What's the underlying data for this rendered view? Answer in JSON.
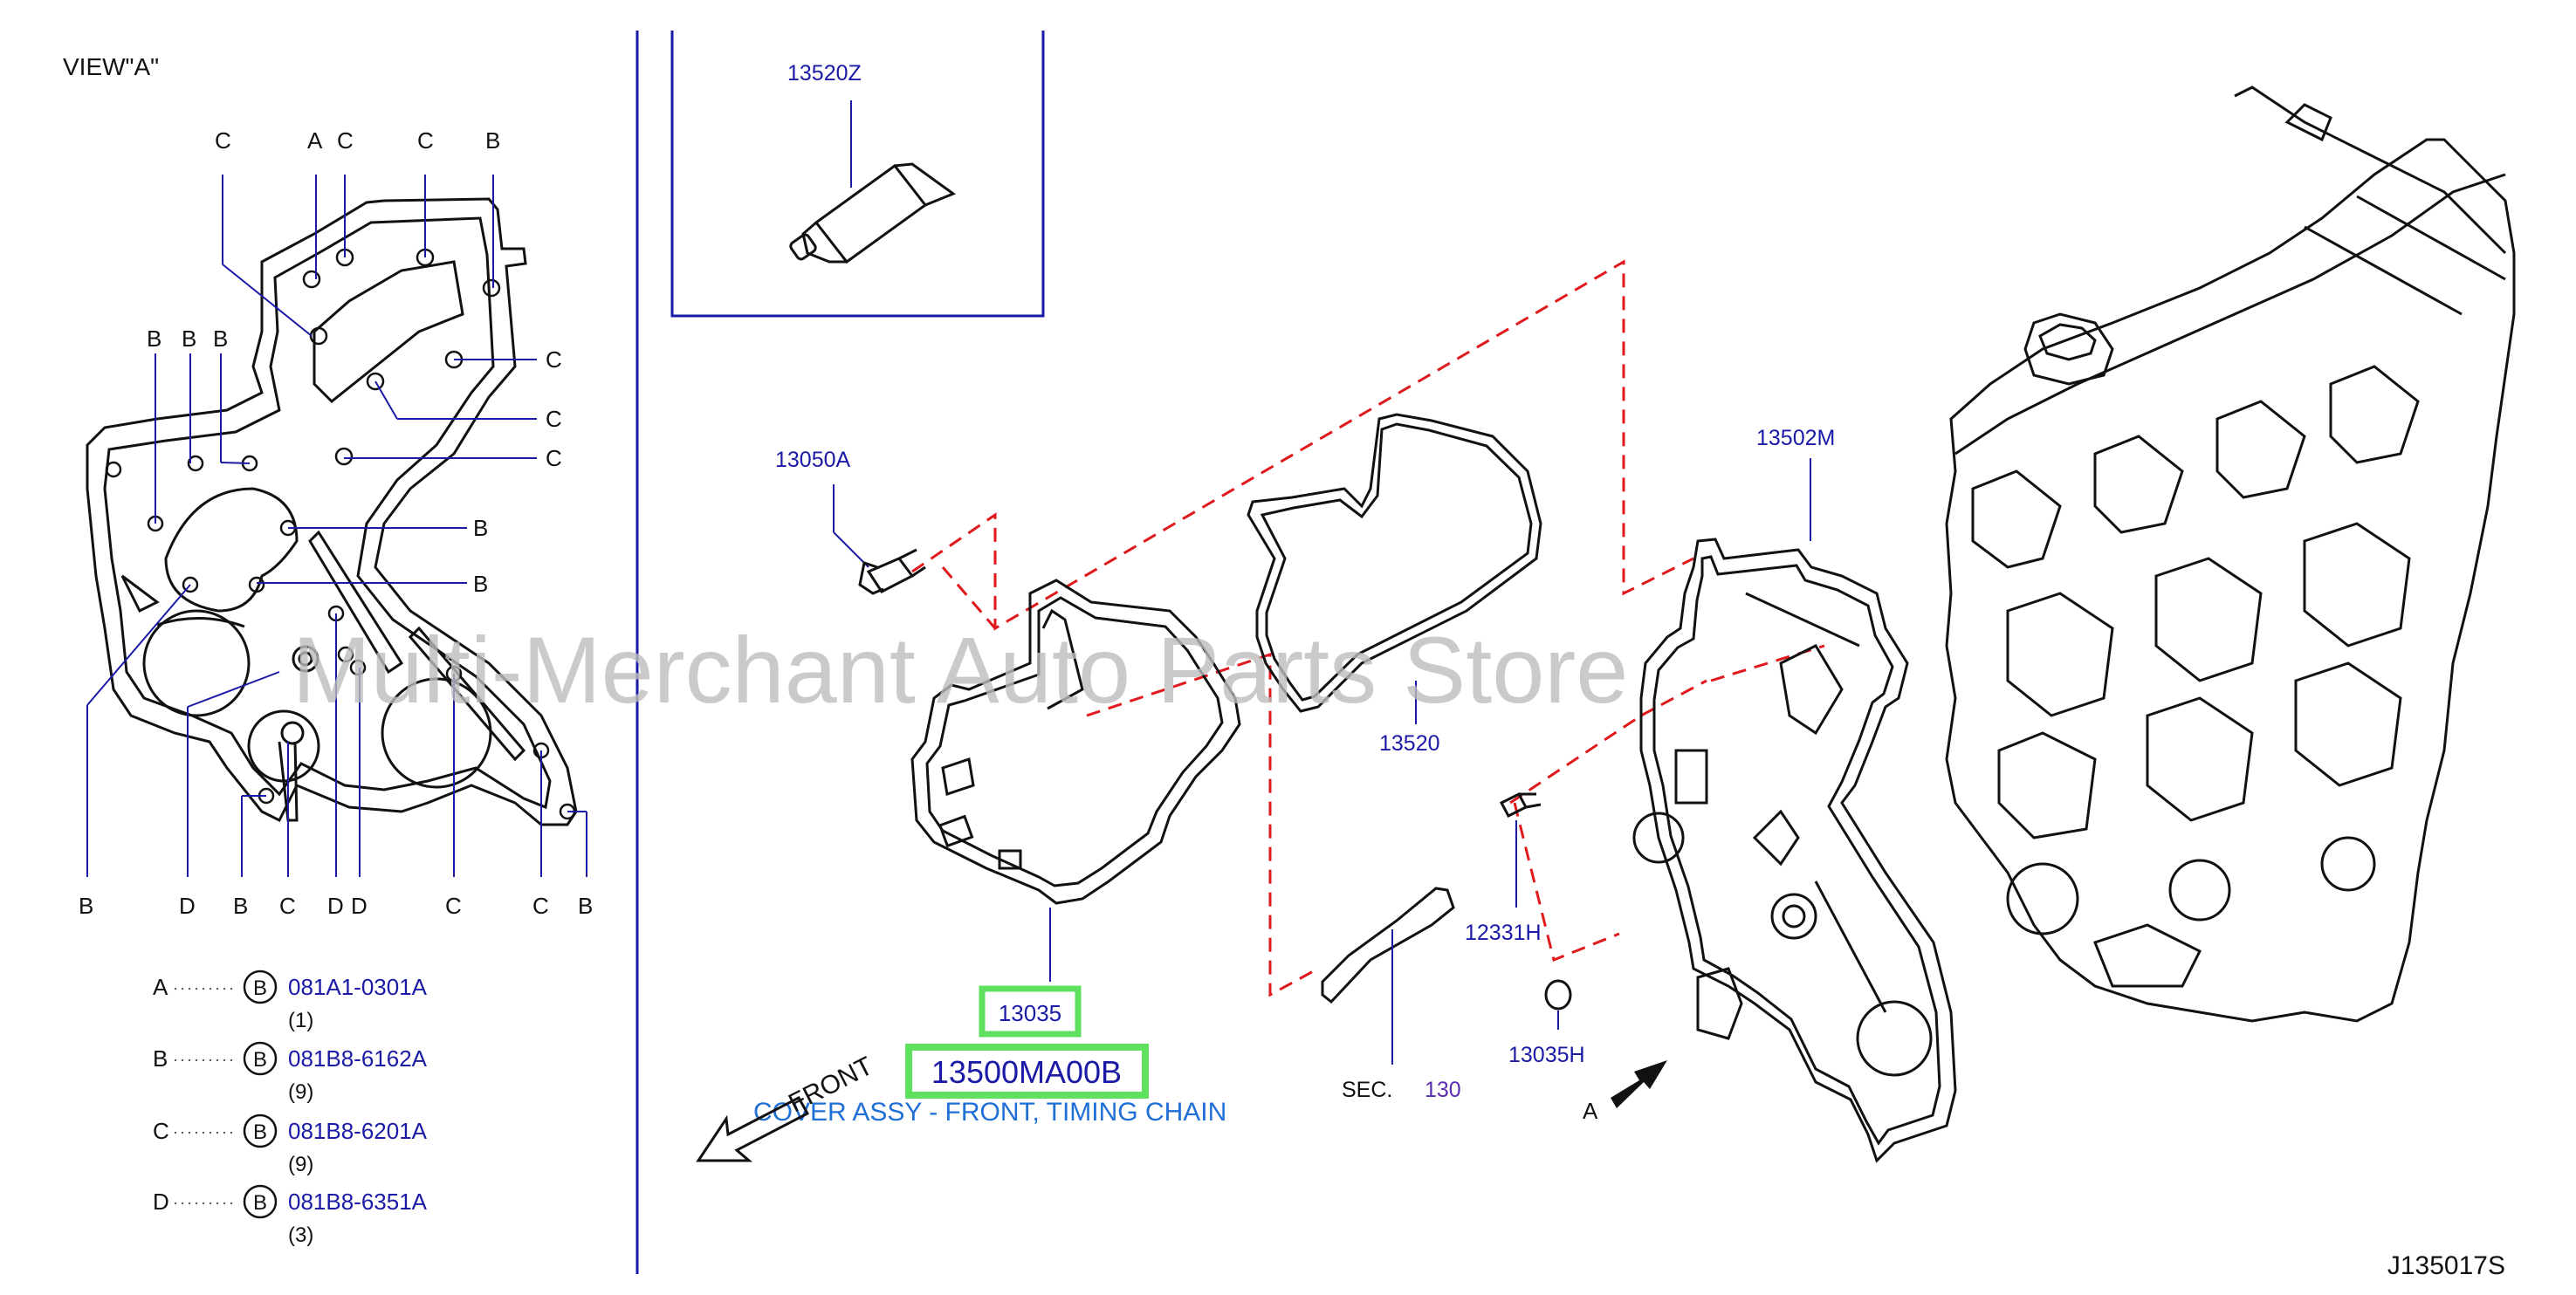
{
  "view_label": "VIEW\"A\"",
  "letters": {
    "top": [
      "C",
      "A",
      "C",
      "C",
      "B"
    ],
    "left": [
      "B",
      "B",
      "B"
    ],
    "right": [
      "C",
      "C",
      "C",
      "B",
      "B"
    ],
    "bottom": [
      "B",
      "D",
      "B",
      "C",
      "D",
      "D",
      "C",
      "C",
      "B"
    ]
  },
  "legend": [
    {
      "key": "A",
      "bolt": "B",
      "part": "081A1-0301A",
      "qty": "(1)"
    },
    {
      "key": "B",
      "bolt": "B",
      "part": "081B8-6162A",
      "qty": "(9)"
    },
    {
      "key": "C",
      "bolt": "B",
      "part": "081B8-6201A",
      "qty": "(9)"
    },
    {
      "key": "D",
      "bolt": "B",
      "part": "081B8-6351A",
      "qty": "(3)"
    }
  ],
  "parts": {
    "sealant": "13520Z",
    "bolt": "13050A",
    "gasket": "13520",
    "rear_cover": "13502M",
    "dowel": "12331H",
    "oring": "13035H",
    "front_cover": "13035",
    "sec_prefix": "SEC.",
    "sec_number": "130",
    "view_marker": "A"
  },
  "highlight": {
    "part_number": "13500MA00B",
    "description": "COVER ASSY - FRONT, TIMING CHAIN"
  },
  "front_label": "FRONT",
  "watermark": "Multi-Merchant Auto Parts Store",
  "diagram_code": "J135017S",
  "colors": {
    "callout_blue": "#1a1aa6",
    "link_blue": "#1f6fd6",
    "highlight_green": "#5fe05f",
    "dashed_red": "#e0191c",
    "line_black": "#111111",
    "watermark_gray": "#c8c8c8"
  }
}
